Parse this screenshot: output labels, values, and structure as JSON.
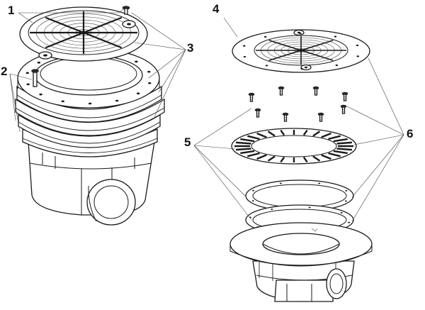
{
  "callouts": [
    {
      "id": "c1",
      "label": "1"
    },
    {
      "id": "c2",
      "label": "2"
    },
    {
      "id": "c3",
      "label": "3"
    },
    {
      "id": "c4",
      "label": "4"
    },
    {
      "id": "c5",
      "label": "5"
    },
    {
      "id": "c6",
      "label": "6"
    }
  ],
  "colors": {
    "line": "#1a1a1a",
    "background": "#ffffff"
  }
}
